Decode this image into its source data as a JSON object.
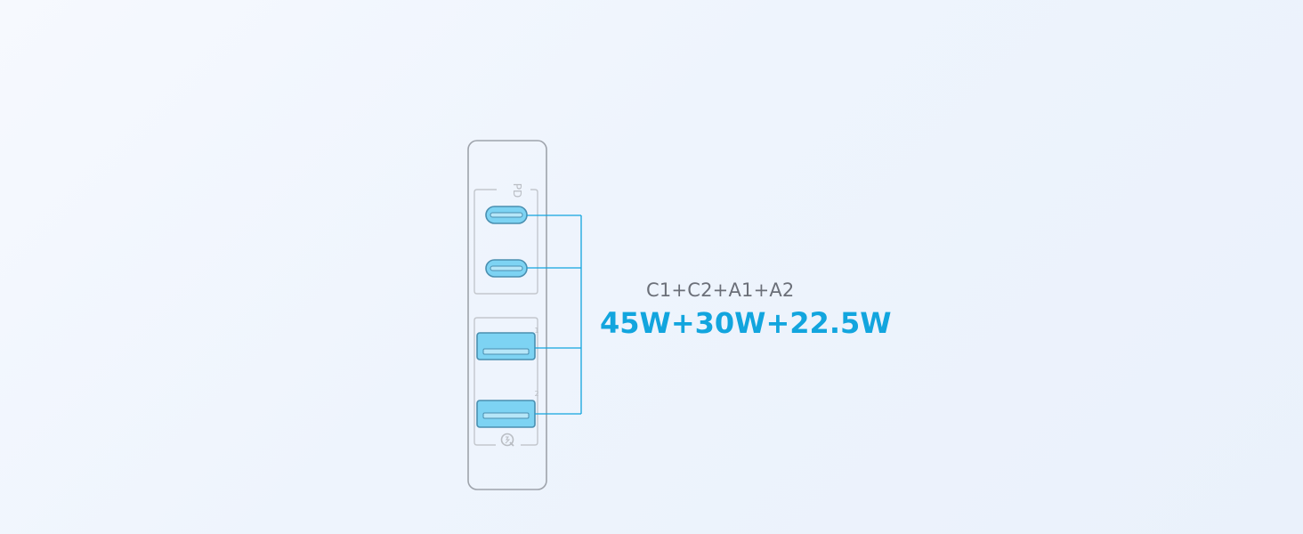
{
  "combo": {
    "ports_label": "C1+C2+A1+A2",
    "power_label": "45W+30W+22.5W"
  },
  "charger": {
    "pd_logo_text": "PD",
    "usb_a_port_numbers": [
      "1",
      "2"
    ],
    "icons": {
      "pd": "power-delivery-logo-icon",
      "qc": "quick-charge-logo-icon"
    }
  },
  "colors": {
    "accent": "#12a5de",
    "port_fill": "#7dd3f3",
    "outline": "#9ea3ab",
    "text_gray": "#6b6f78"
  }
}
